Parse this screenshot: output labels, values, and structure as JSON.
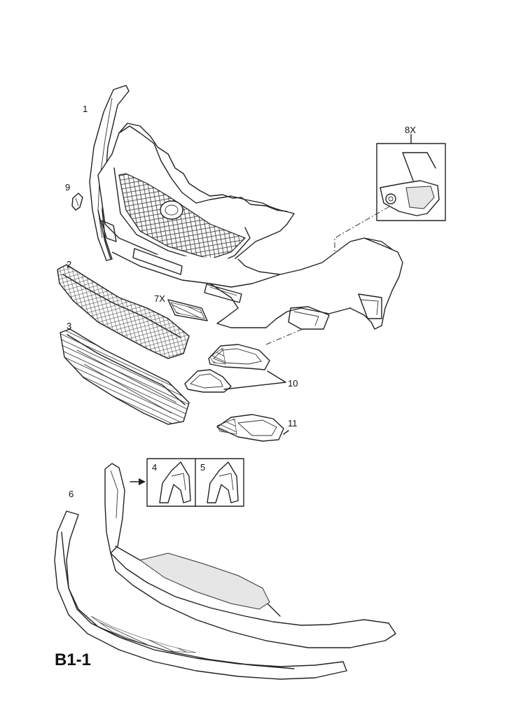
{
  "diagram": {
    "page_reference": "B1-1",
    "callouts": [
      {
        "id": "c1",
        "label": "1"
      },
      {
        "id": "c2",
        "label": "2"
      },
      {
        "id": "c3",
        "label": "3"
      },
      {
        "id": "c4",
        "label": "4"
      },
      {
        "id": "c5",
        "label": "5"
      },
      {
        "id": "c6",
        "label": "6"
      },
      {
        "id": "c7",
        "label": "7X"
      },
      {
        "id": "c8",
        "label": "8X"
      },
      {
        "id": "c9",
        "label": "9"
      },
      {
        "id": "c10",
        "label": "10"
      },
      {
        "id": "c11",
        "label": "11"
      }
    ]
  }
}
